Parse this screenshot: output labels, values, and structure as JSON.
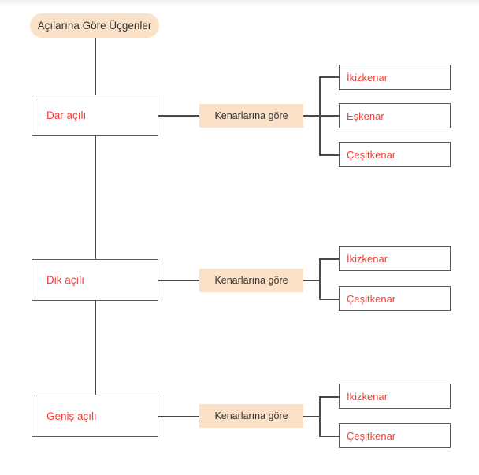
{
  "diagram": {
    "root": {
      "label": "Açılarına Göre Üçgenler"
    },
    "branches": [
      {
        "angle_label": "Dar açılı",
        "mid_label": "Kenarlarına göre",
        "leaves": [
          "İkizkenar",
          "Eşkenar",
          "Çeşitkenar"
        ]
      },
      {
        "angle_label": "Dik açılı",
        "mid_label": "Kenarlarına göre",
        "leaves": [
          "İkizkenar",
          "Çeşitkenar"
        ]
      },
      {
        "angle_label": "Geniş açılı",
        "mid_label": "Kenarlarına göre",
        "leaves": [
          "İkizkenar",
          "Çeşitkenar"
        ]
      }
    ]
  },
  "colors": {
    "accent_peach": "#fae1c8",
    "text_red": "#fa3c34",
    "line_gray": "#4a4a4a",
    "border_gray": "#595959",
    "text_dark": "#333333",
    "background": "#ffffff"
  }
}
